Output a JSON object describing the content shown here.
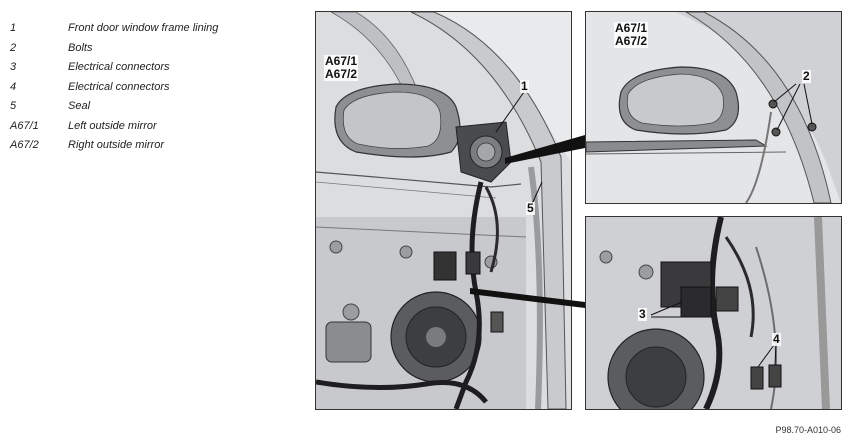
{
  "legend": [
    {
      "key": "1",
      "text": "Front door window frame lining"
    },
    {
      "key": "2",
      "text": "Bolts"
    },
    {
      "key": "3",
      "text": "Electrical connectors"
    },
    {
      "key": "4",
      "text": "Electrical connectors"
    },
    {
      "key": "5",
      "text": "Seal"
    },
    {
      "key": "A67/1",
      "text": "Left outside mirror"
    },
    {
      "key": "A67/2",
      "text": "Right outside mirror"
    }
  ],
  "callouts": {
    "main_mirror_1": "A67/1",
    "main_mirror_2": "A67/2",
    "main_1": "1",
    "main_5": "5",
    "tr_mirror_1": "A67/1",
    "tr_mirror_2": "A67/2",
    "tr_2": "2",
    "br_3": "3",
    "br_4": "4"
  },
  "reference": "P98.70-A010-06"
}
